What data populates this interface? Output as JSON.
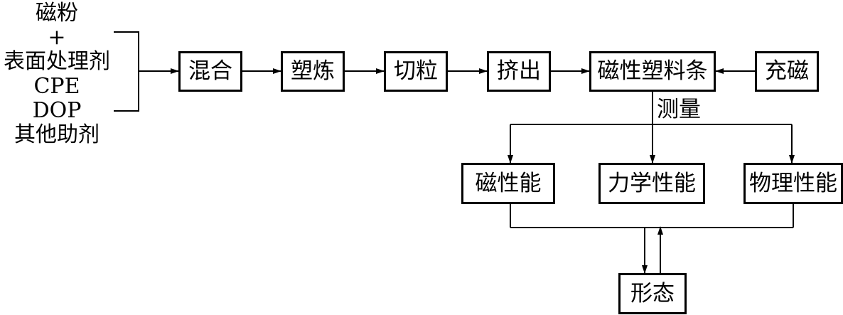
{
  "inputs": [
    "磁粉",
    "+",
    "表面处理剂",
    "CPE",
    "DOP",
    "其他助剂"
  ],
  "steps": {
    "mix": "混合",
    "plasticize": "塑炼",
    "pelletize": "切粒",
    "extrude": "挤出",
    "strip": "磁性塑料条",
    "magnetize": "充磁"
  },
  "measure_label": "测量",
  "properties": {
    "magnetic": "磁性能",
    "mechanical": "力学性能",
    "physical": "物理性能"
  },
  "morphology": "形态"
}
